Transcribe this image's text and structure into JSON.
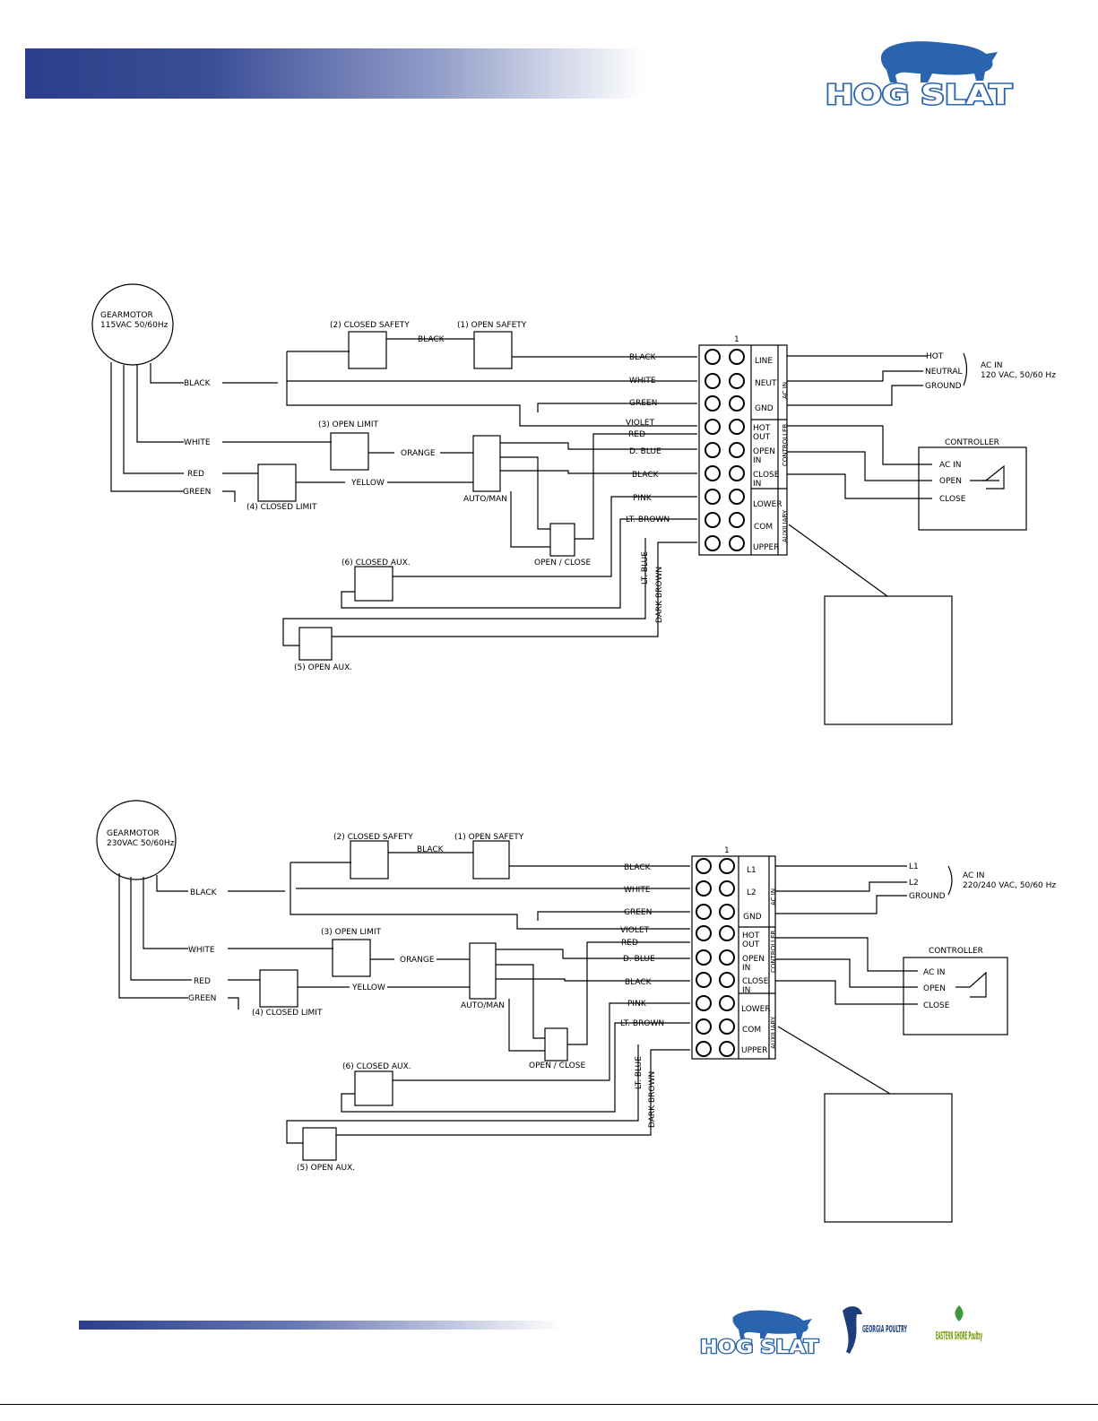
{
  "brand": {
    "name": "HOG SLAT",
    "accent": "#2c3e8a",
    "logo_blue": "#1f5fa8"
  },
  "footer_brands": [
    "HOG SLAT",
    "GEORGIA POULTRY",
    "EASTERN SHORE Poultry"
  ],
  "diagrams": [
    {
      "gearmotor": "GEARMOTOR",
      "voltage": "115VAC 50/60Hz",
      "switches": {
        "closed_safety": "(2) CLOSED SAFETY",
        "open_safety": "(1) OPEN SAFETY",
        "open_limit": "(3) OPEN LIMIT",
        "closed_limit": "(4) CLOSED LIMIT",
        "closed_aux": "(6) CLOSED AUX.",
        "open_aux": "(5) OPEN AUX.",
        "auto_man": "AUTO/MAN",
        "open_close": "OPEN / CLOSE"
      },
      "motor_wires": [
        "BLACK",
        "WHITE",
        "RED",
        "GREEN"
      ],
      "wire_labels": {
        "black_top": "BLACK",
        "orange": "ORANGE",
        "yellow": "YELLOW",
        "black": "BLACK",
        "white": "WHITE",
        "green": "GREEN",
        "violet": "VIOLET",
        "red": "RED",
        "dblue": "D. BLUE",
        "black2": "BLACK",
        "pink": "PINK",
        "ltbrown": "LT. BROWN",
        "ltblue": "LT. BLUE",
        "darkbrown": "DARK BROWN"
      },
      "terminal_number": "1",
      "terminals": [
        [
          "LINE"
        ],
        [
          "NEUT"
        ],
        [
          "GND"
        ],
        [
          "HOT",
          "OUT"
        ],
        [
          "OPEN",
          "IN"
        ],
        [
          "CLOSE",
          "IN"
        ],
        [
          "LOWER"
        ],
        [
          "COM"
        ],
        [
          "UPPER"
        ]
      ],
      "groups": [
        "AC IN",
        "CONTROLLER",
        "AUXILIARY"
      ],
      "ac_lines": [
        "HOT",
        "NEUTRAL",
        "GROUND"
      ],
      "ac_in_title": "AC IN",
      "ac_in_spec": "120 VAC, 50/60 Hz",
      "controller": {
        "title": "CONTROLLER",
        "ac_in": "AC IN",
        "open": "OPEN",
        "close": "CLOSE"
      }
    },
    {
      "gearmotor": "GEARMOTOR",
      "voltage": "230VAC 50/60Hz",
      "switches": {
        "closed_safety": "(2) CLOSED SAFETY",
        "open_safety": "(1) OPEN SAFETY",
        "open_limit": "(3) OPEN LIMIT",
        "closed_limit": "(4) CLOSED LIMIT",
        "closed_aux": "(6) CLOSED AUX.",
        "open_aux": "(5) OPEN AUX.",
        "auto_man": "AUTO/MAN",
        "open_close": "OPEN / CLOSE"
      },
      "motor_wires": [
        "BLACK",
        "WHITE",
        "RED",
        "GREEN"
      ],
      "wire_labels": {
        "black_top": "BLACK",
        "orange": "ORANGE",
        "yellow": "YELLOW",
        "black": "BLACK",
        "white": "WHITE",
        "green": "GREEN",
        "violet": "VIOLET",
        "red": "RED",
        "dblue": "D. BLUE",
        "black2": "BLACK",
        "pink": "PINK",
        "ltbrown": "LT. BROWN",
        "ltblue": "LT. BLUE",
        "darkbrown": "DARK BROWN"
      },
      "terminal_number": "1",
      "terminals": [
        [
          "L1"
        ],
        [
          "L2"
        ],
        [
          "GND"
        ],
        [
          "HOT",
          "OUT"
        ],
        [
          "OPEN",
          "IN"
        ],
        [
          "CLOSE",
          "IN"
        ],
        [
          "LOWER"
        ],
        [
          "COM"
        ],
        [
          "UPPER"
        ]
      ],
      "groups": [
        "AC IN",
        "CONTROLLER",
        "AUXILIARY"
      ],
      "ac_lines": [
        "L1",
        "L2",
        "GROUND"
      ],
      "ac_in_title": "AC IN",
      "ac_in_spec": "220/240 VAC, 50/60 Hz",
      "controller": {
        "title": "CONTROLLER",
        "ac_in": "AC IN",
        "open": "OPEN",
        "close": "CLOSE"
      }
    }
  ]
}
